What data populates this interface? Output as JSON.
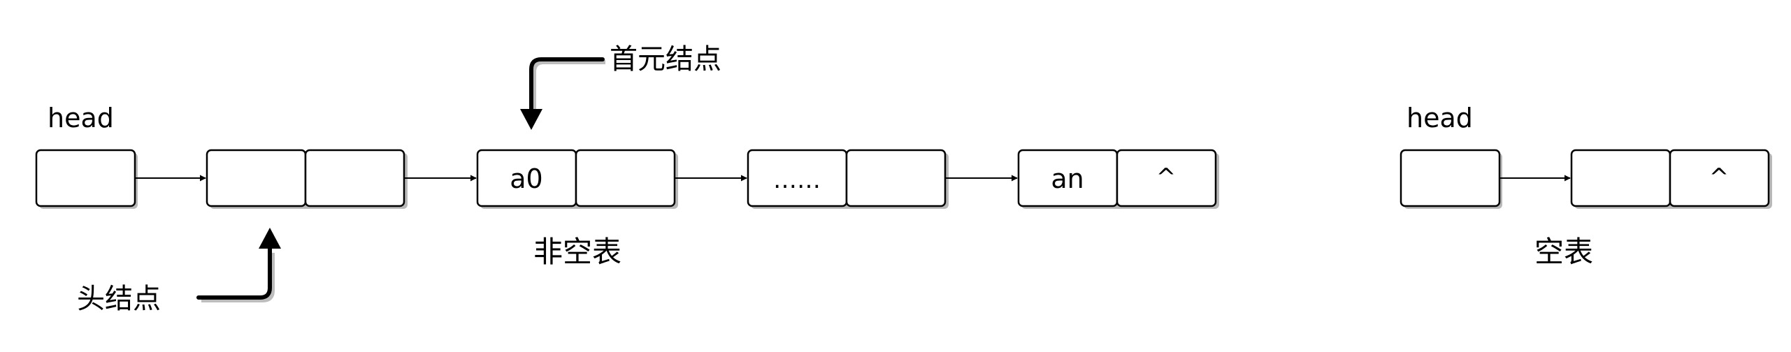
{
  "nonempty_list": {
    "head_label": "head",
    "nodes": [
      {
        "id": "head-pointer",
        "cells": [
          ""
        ]
      },
      {
        "id": "head-node",
        "cells": [
          "",
          ""
        ]
      },
      {
        "id": "node-a0",
        "cells": [
          "a0",
          ""
        ]
      },
      {
        "id": "node-ellipsis",
        "cells": [
          "……",
          ""
        ]
      },
      {
        "id": "node-an",
        "cells": [
          "an",
          "^"
        ]
      }
    ],
    "caption": "非空表",
    "callout_first_node": "首元结点",
    "callout_head_node": "头结点"
  },
  "empty_list": {
    "head_label": "head",
    "nodes": [
      {
        "id": "empty-head-pointer",
        "cells": [
          ""
        ]
      },
      {
        "id": "empty-head-node",
        "cells": [
          "",
          "^"
        ]
      }
    ],
    "caption": "空表"
  }
}
